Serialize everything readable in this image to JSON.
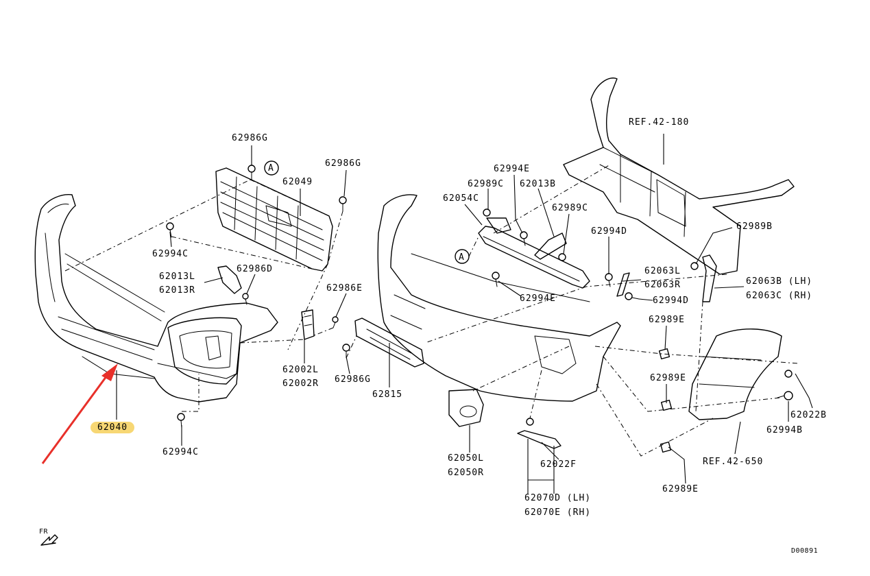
{
  "diagram_id": "D00891",
  "orientation": "FR",
  "callouts": {
    "p62986G_top": "62986G",
    "p62986G_right": "62986G",
    "p62049": "62049",
    "p62994C_upper": "62994C",
    "p62013": [
      "62013L",
      "62013R"
    ],
    "p62986D": "62986D",
    "p62986E": "62986E",
    "p62002": [
      "62002L",
      "62002R"
    ],
    "p62986G_lower": "62986G",
    "p62815": "62815",
    "p62040": "62040",
    "p62994C_lower": "62994C",
    "ref_42_180": "REF.42-180",
    "p62994E_top": "62994E",
    "p62989C_left": "62989C",
    "p62013B": "62013B",
    "p62054C": "62054C",
    "p62989C_right": "62989C",
    "p62994D_top": "62994D",
    "p62989B": "62989B",
    "p62063": [
      "62063L",
      "62063R"
    ],
    "p62063BC": [
      "62063B (LH)",
      "62063C (RH)"
    ],
    "p62994E_bottom": "62994E",
    "p62994D_bottom": "62994D",
    "p62989E_top": "62989E",
    "p62989E_mid": "62989E",
    "p62989E_bottom": "62989E",
    "p62022B": "62022B",
    "p62994B": "62994B",
    "ref_42_650": "REF.42-650",
    "p62050": [
      "62050L",
      "62050R"
    ],
    "p62022F": "62022F",
    "p62070": [
      "62070D (LH)",
      "62070E (RH)"
    ]
  },
  "markers": {
    "ref_a_left": "A",
    "ref_a_right": "A"
  },
  "highlight": {
    "color": "#f7d774",
    "arrow_color": "#e8302a"
  }
}
